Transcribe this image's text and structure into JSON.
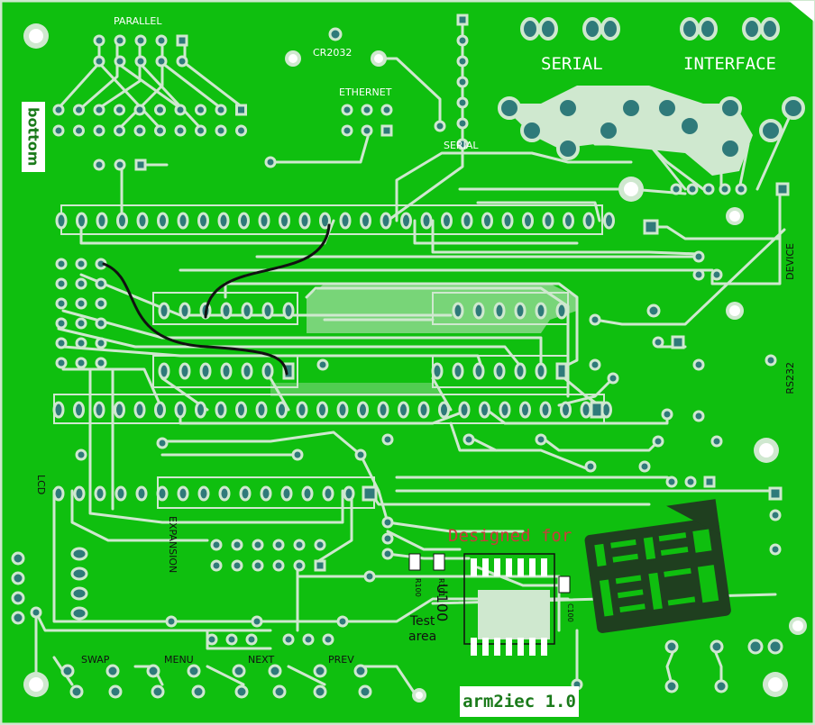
{
  "board": {
    "colors": {
      "copper": "#0fbf0f",
      "edge": "#cfe8cf",
      "pad": "#2f7a7a",
      "silk": "#ffffff",
      "wire": "#111111",
      "logo": "#1f3f1f",
      "designed": "#cc3b3b"
    }
  },
  "labels": {
    "parallel": "PARALLEL",
    "cr2032": "CR2032",
    "ethernet": "ETHERNET",
    "serial_small": "SERIAL",
    "serial_big": "SERIAL",
    "interface": "INTERFACE",
    "bottom": "bottom",
    "device": "DEVICE",
    "rs232": "RS232",
    "lcd": "LCD",
    "expansion": "EXPANSION",
    "designed_for": "Designed for",
    "u100": "U100",
    "c100": "C100",
    "r100": "R100",
    "r101": "R101",
    "test_area": "Test\narea",
    "swap": "SWAP",
    "menu": "MENU",
    "next": "NEXT",
    "prev": "PREV",
    "version": "arm2iec 1.0"
  },
  "logo": {
    "icon": "sd2iec-logo-icon"
  }
}
